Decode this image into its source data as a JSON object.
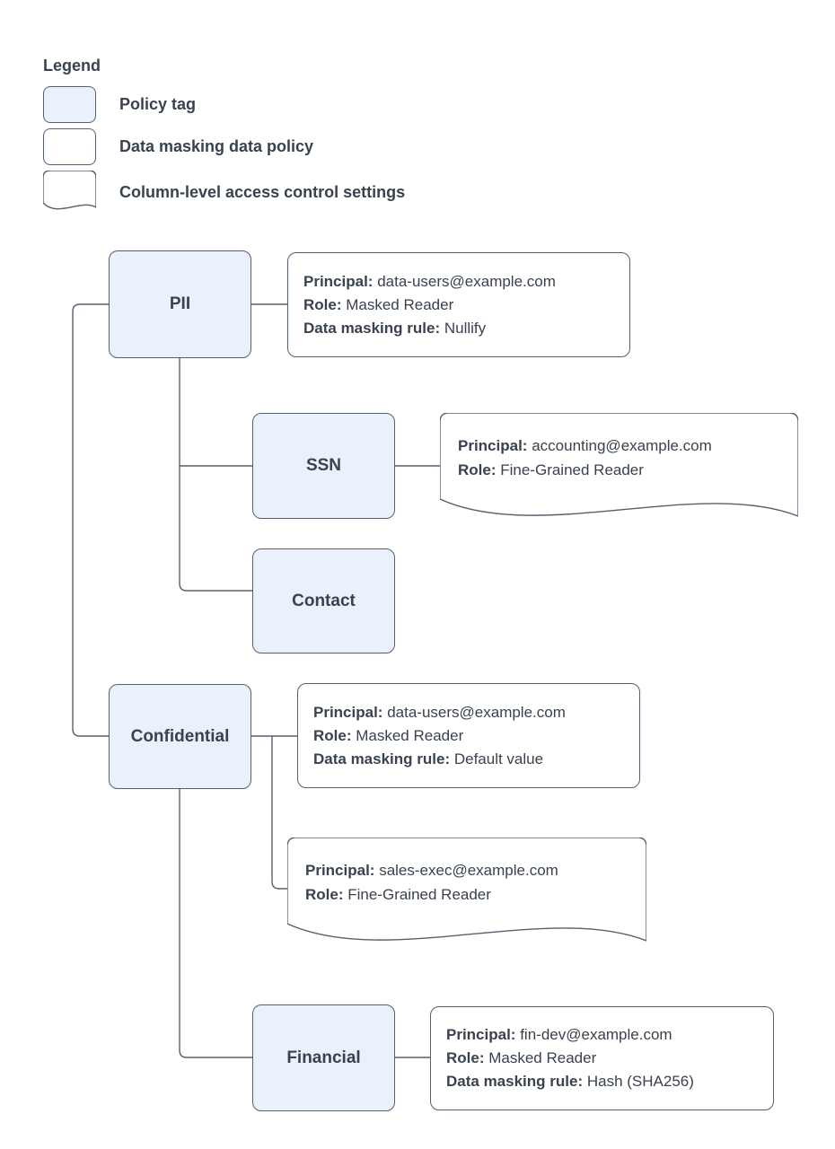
{
  "legend": {
    "title": "Legend",
    "items": [
      {
        "shape": "policy-tag-swatch",
        "label": "Policy tag"
      },
      {
        "shape": "data-policy-swatch",
        "label": "Data masking data policy"
      },
      {
        "shape": "document-swatch",
        "label": "Column-level access control settings"
      }
    ]
  },
  "field_labels": {
    "principal": "Principal:",
    "role": "Role:",
    "rule": "Data masking rule:"
  },
  "policy_tags": {
    "pii": "PII",
    "ssn": "SSN",
    "contact": "Contact",
    "confidential": "Confidential",
    "financial": "Financial"
  },
  "data_policies": {
    "pii": {
      "principal": "data-users@example.com",
      "role": "Masked Reader",
      "rule": "Nullify"
    },
    "confidential": {
      "principal": "data-users@example.com",
      "role": "Masked Reader",
      "rule": "Default value"
    },
    "financial": {
      "principal": "fin-dev@example.com",
      "role": "Masked Reader",
      "rule": "Hash (SHA256)"
    }
  },
  "access_settings": {
    "ssn": {
      "principal": "accounting@example.com",
      "role": "Fine-Grained Reader"
    },
    "confidential": {
      "principal": "sales-exec@example.com",
      "role": "Fine-Grained Reader"
    }
  },
  "colors": {
    "policy_tag_fill": "#EBF1FC",
    "outline": "#55606E",
    "text": "#39424E"
  }
}
